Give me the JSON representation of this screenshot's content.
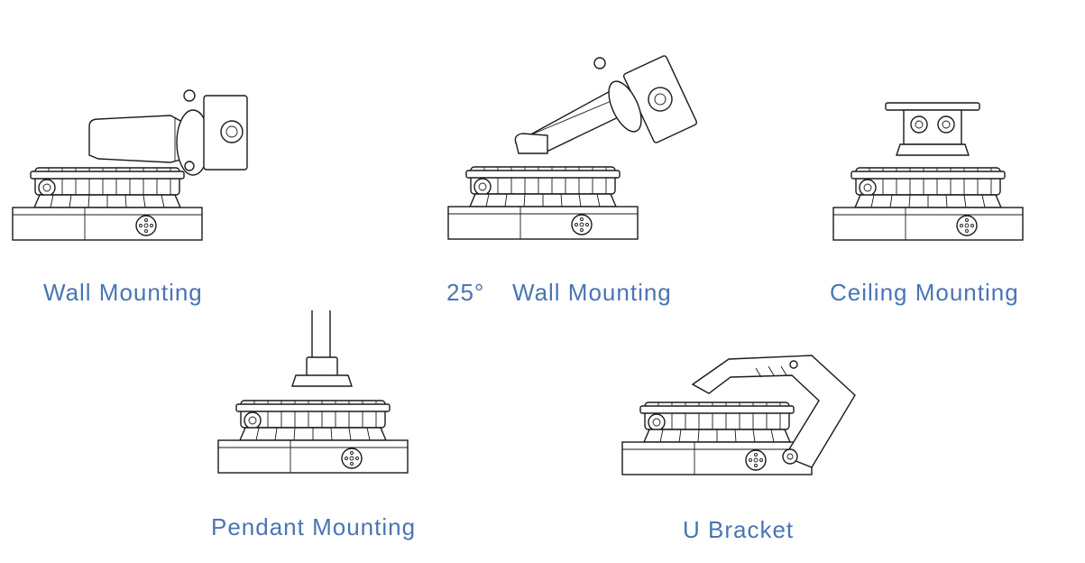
{
  "labels": {
    "wall": "Wall Mounting",
    "angle": "25°",
    "wall25": "Wall Mounting",
    "ceiling": "Ceiling Mounting",
    "pendant": "Pendant Mounting",
    "ubracket": "U Bracket"
  },
  "colors": {
    "label": "#4a74b4",
    "line": "#1a1a1a"
  }
}
